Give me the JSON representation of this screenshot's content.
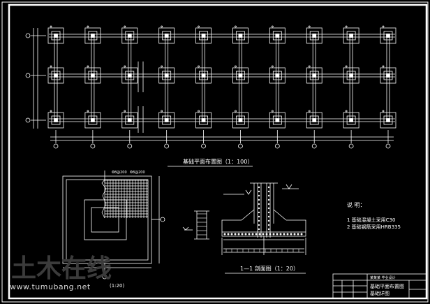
{
  "plan": {
    "title": "基础平面布置图（1：100）",
    "grid_cols": 10,
    "grid_rows": 3
  },
  "detail": {
    "rebar_labels": [
      "Φ8@200",
      "Φ8@200"
    ],
    "scale": "(1:20)"
  },
  "section": {
    "title": "1—1 剖面图（1：20）"
  },
  "notes": {
    "heading": "说 明：",
    "lines": [
      "1  基础混凝土采用C30",
      "2  基础钢筋采用HRB335"
    ]
  },
  "title_block": {
    "project": "某某某 毕业设计",
    "drawing_title": "基础平面布置图",
    "drawing_subtitle": "基础详图"
  },
  "watermark": {
    "logo_text": "土木在线",
    "url": "www.tumubang.net"
  }
}
